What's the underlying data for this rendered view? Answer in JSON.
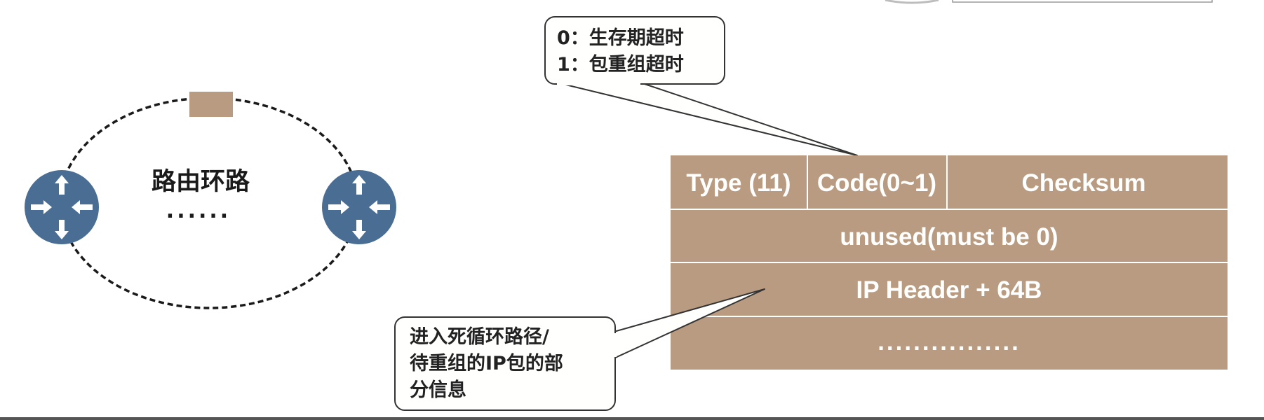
{
  "colors": {
    "packet_fill": "#b89b80",
    "router_fill": "#4a6d94",
    "packet_marker": "#b89b80",
    "footer_line": "#555555"
  },
  "loop": {
    "label": "路由环路",
    "dots": "......",
    "routers": [
      {
        "icon": "router-icon"
      },
      {
        "icon": "router-icon"
      }
    ]
  },
  "callout_top": {
    "line1": "0：生存期超时",
    "line2": "1：包重组超时"
  },
  "callout_bottom": {
    "line1": "进入死循环路径/",
    "line2": "待重组的IP包的部",
    "line3": "分信息"
  },
  "packet": {
    "row1": {
      "type": "Type (11)",
      "code": "Code(0~1)",
      "checksum": "Checksum"
    },
    "row2": "unused(must be 0)",
    "row3": "IP Header + 64B",
    "row4": "................"
  }
}
